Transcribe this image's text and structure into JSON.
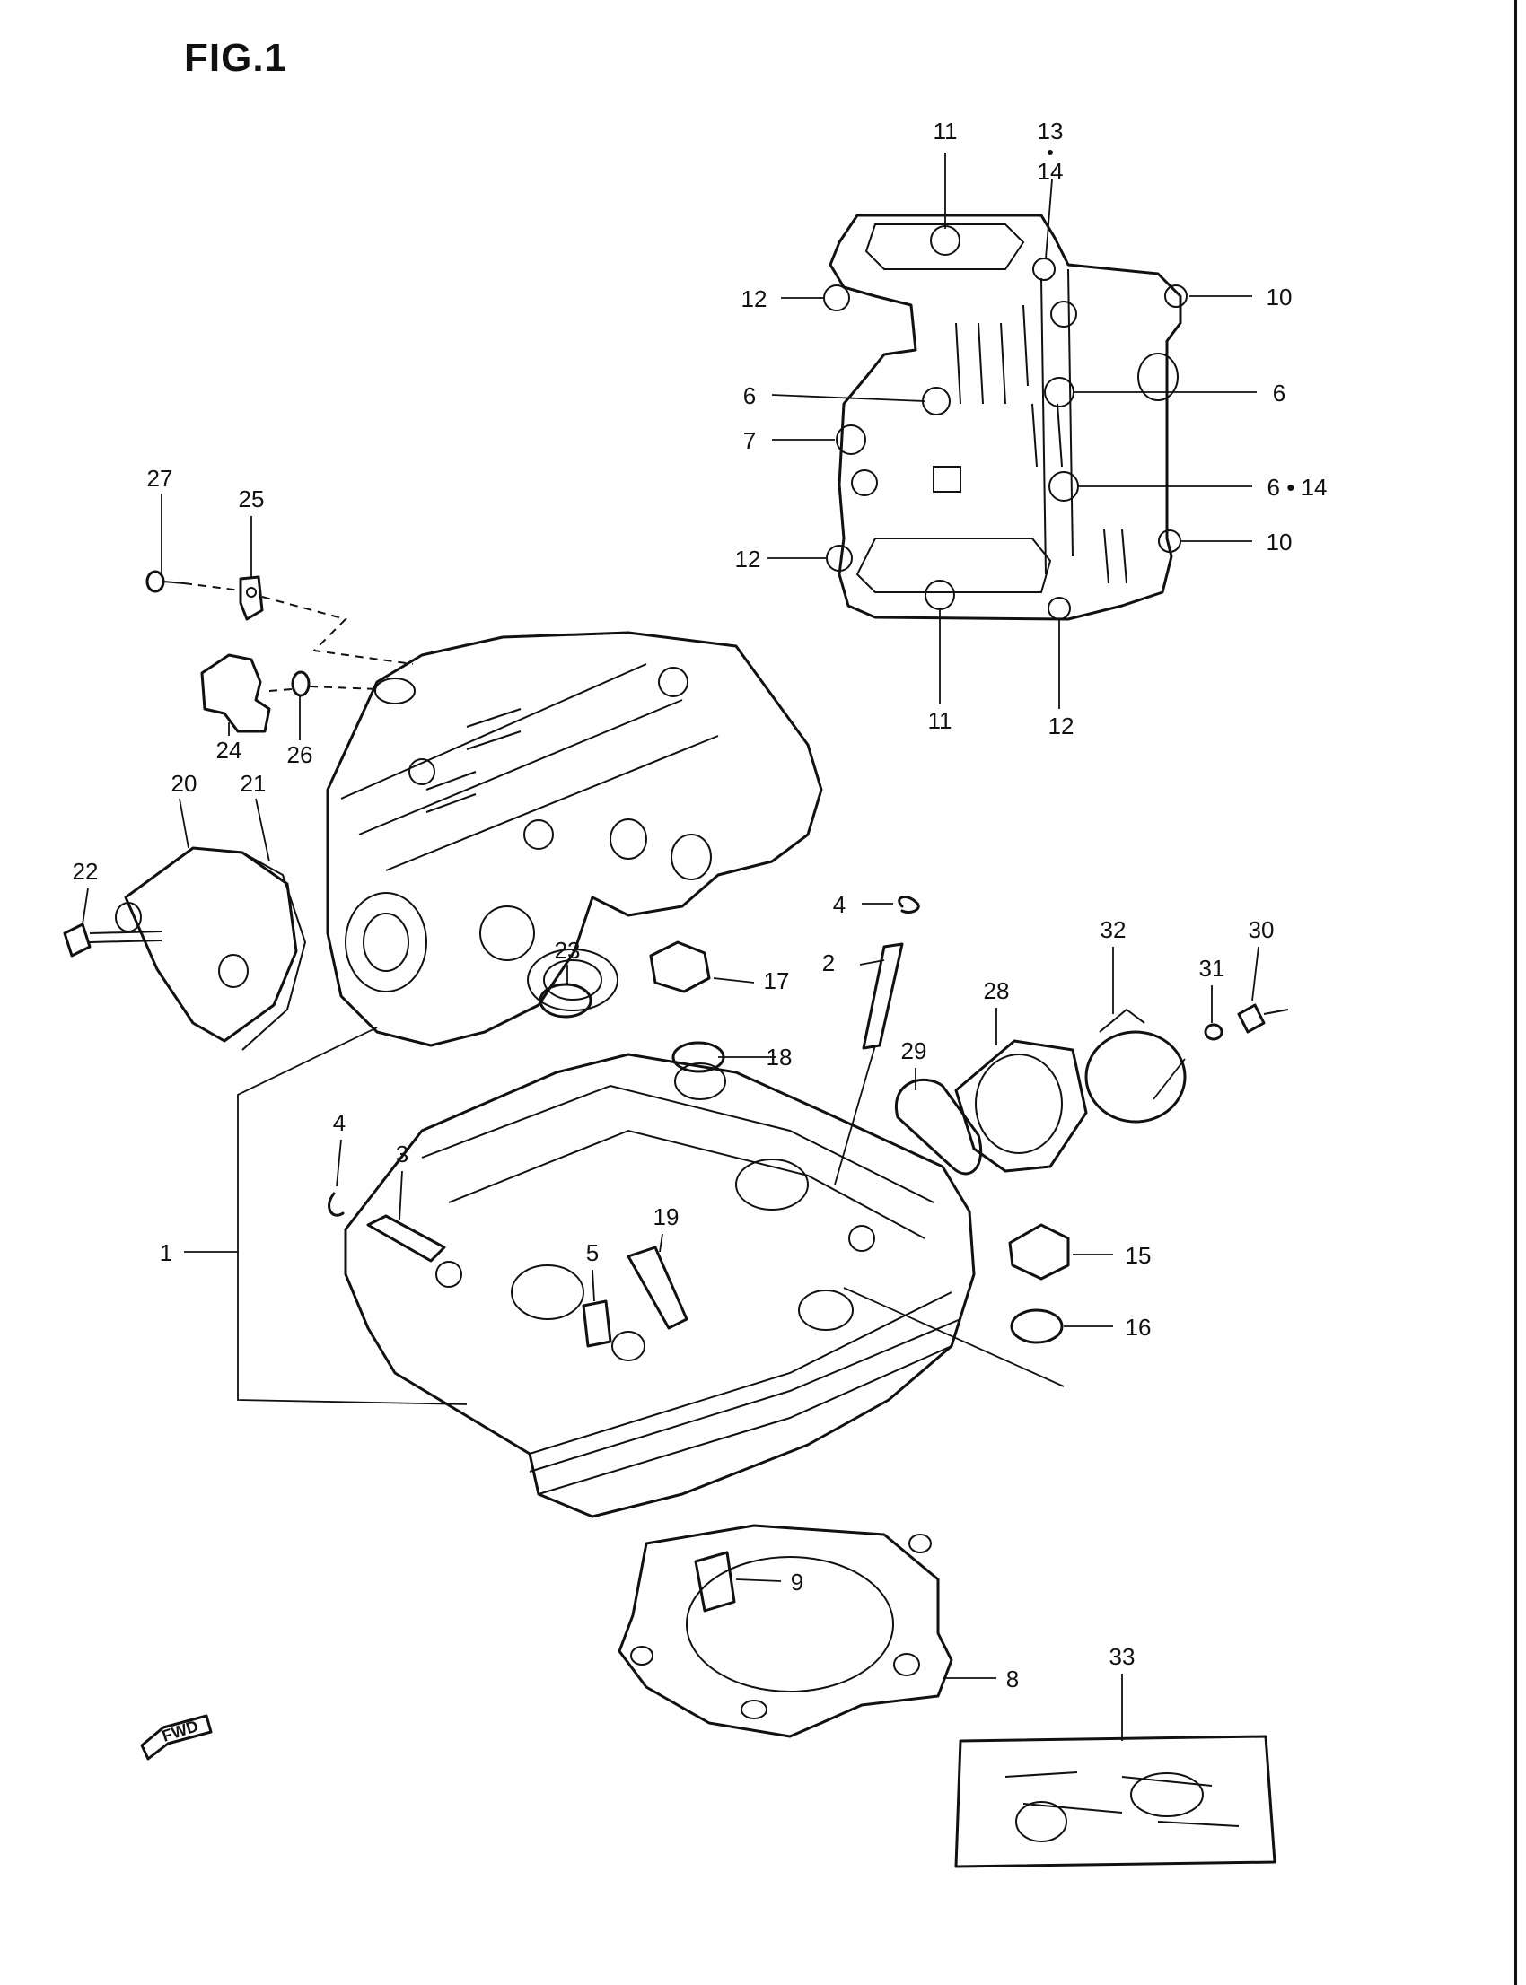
{
  "figure": {
    "title": "FIG.1",
    "fwd_label": "FWD"
  },
  "callouts": [
    {
      "id": "c11a",
      "text": "11"
    },
    {
      "id": "c13",
      "text": "13"
    },
    {
      "id": "c14",
      "text": "14"
    },
    {
      "id": "c12a",
      "text": "12"
    },
    {
      "id": "c10a",
      "text": "10"
    },
    {
      "id": "c6a",
      "text": "6"
    },
    {
      "id": "c6b",
      "text": "6"
    },
    {
      "id": "c7",
      "text": "7"
    },
    {
      "id": "c6c",
      "text": "6 • 14"
    },
    {
      "id": "c12b",
      "text": "12"
    },
    {
      "id": "c10b",
      "text": "10"
    },
    {
      "id": "c11b",
      "text": "11"
    },
    {
      "id": "c12c",
      "text": "12"
    },
    {
      "id": "c27",
      "text": "27"
    },
    {
      "id": "c25",
      "text": "25"
    },
    {
      "id": "c24",
      "text": "24"
    },
    {
      "id": "c26",
      "text": "26"
    },
    {
      "id": "c20",
      "text": "20"
    },
    {
      "id": "c21",
      "text": "21"
    },
    {
      "id": "c22",
      "text": "22"
    },
    {
      "id": "c23",
      "text": "23"
    },
    {
      "id": "c4a",
      "text": "4"
    },
    {
      "id": "c2",
      "text": "2"
    },
    {
      "id": "c17",
      "text": "17"
    },
    {
      "id": "c18",
      "text": "18"
    },
    {
      "id": "c32",
      "text": "32"
    },
    {
      "id": "c30",
      "text": "30"
    },
    {
      "id": "c31",
      "text": "31"
    },
    {
      "id": "c28",
      "text": "28"
    },
    {
      "id": "c29",
      "text": "29"
    },
    {
      "id": "c4b",
      "text": "4"
    },
    {
      "id": "c3",
      "text": "3"
    },
    {
      "id": "c19",
      "text": "19"
    },
    {
      "id": "c5",
      "text": "5"
    },
    {
      "id": "c1",
      "text": "1"
    },
    {
      "id": "c15",
      "text": "15"
    },
    {
      "id": "c16",
      "text": "16"
    },
    {
      "id": "c9",
      "text": "9"
    },
    {
      "id": "c8",
      "text": "8"
    },
    {
      "id": "c33",
      "text": "33"
    }
  ]
}
